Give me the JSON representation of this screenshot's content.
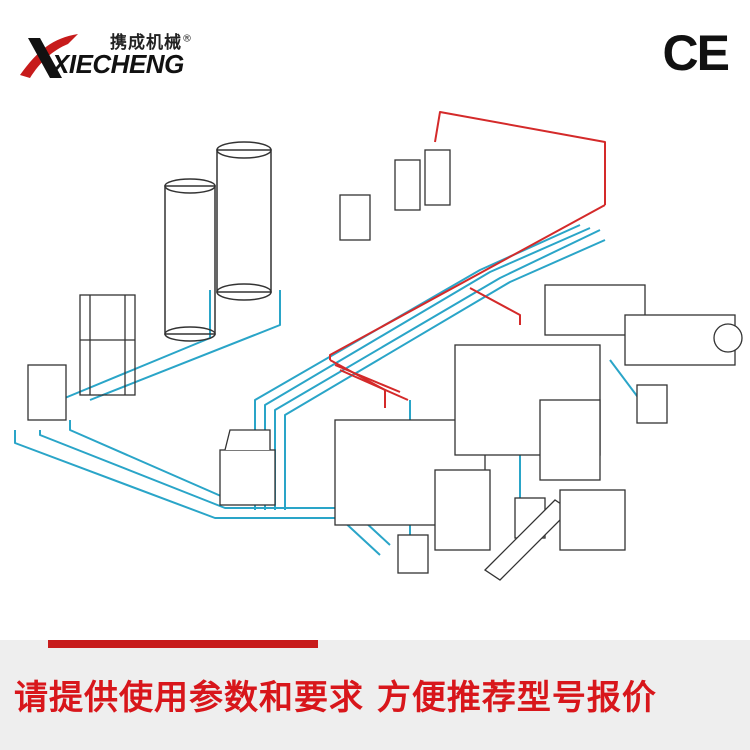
{
  "brand": {
    "name_cn": "携成机械",
    "registered": "®",
    "name_en": "XIECHENG"
  },
  "certification": "CE",
  "diagram": {
    "pipe_colors": {
      "vacuum": "#d42a2a",
      "material": "#2aa5c8"
    },
    "machine_stroke": "#333333"
  },
  "banner": {
    "text": "请提供使用参数和要求 方便推荐型号报价",
    "text_color": "#d8161b",
    "background": "#eeeeee",
    "accent": "#c71b1b"
  }
}
